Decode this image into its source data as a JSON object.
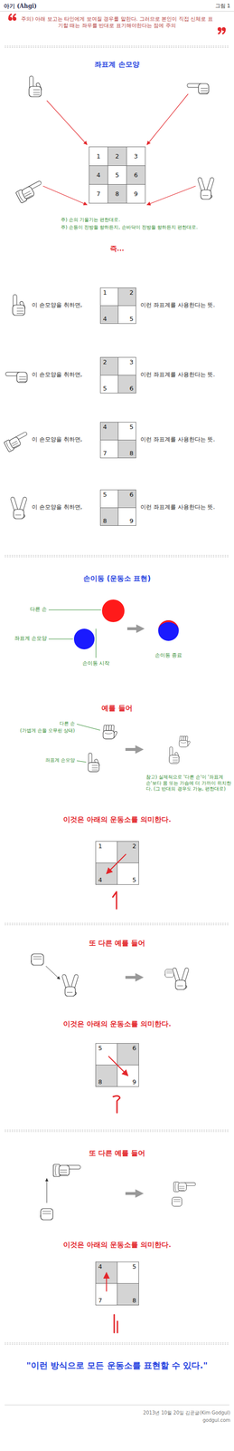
{
  "diagram": {
    "title": "아기 (Ahgi)",
    "nodes": [
      {
        "text": [
          "1"
        ]
      },
      {
        "text": [
          "2"
        ]
      },
      {
        "text": [
          "3"
        ]
      },
      {
        "text": [
          "4"
        ]
      },
      {
        "text": [
          "5"
        ]
      },
      {
        "text": [
          "6"
        ]
      },
      {
        "text": [
          "7"
        ]
      },
      {
        "text": [
          "8"
        ]
      },
      {
        "text": [
          "9"
        ]
      },
      {
        "text": [
          "1"
        ]
      },
      {
        "text": [
          "2"
        ]
      },
      {
        "text": [
          "4"
        ]
      },
      {
        "text": [
          "5"
        ]
      },
      {
        "text": [
          "2"
        ]
      },
      {
        "text": [
          "3"
        ]
      },
      {
        "text": [
          "5"
        ]
      },
      {
        "text": [
          "6"
        ]
      },
      {
        "text": [
          "4"
        ]
      },
      {
        "text": [
          "5"
        ]
      },
      {
        "text": [
          "7"
        ]
      },
      {
        "text": [
          "8"
        ]
      },
      {
        "text": [
          "5"
        ]
      },
      {
        "text": [
          "6"
        ]
      },
      {
        "text": [
          "8"
        ]
      },
      {
        "text": [
          "9"
        ]
      },
      {
        "text": [
          "1"
        ]
      },
      {
        "text": [
          "2"
        ]
      },
      {
        "text": [
          "4"
        ]
      },
      {
        "text": [
          "5"
        ]
      },
      {
        "text": [
          "5"
        ]
      },
      {
        "text": [
          "6"
        ]
      },
      {
        "text": [
          "8"
        ]
      },
      {
        "text": [
          "9"
        ]
      },
      {
        "text": [
          "4"
        ]
      },
      {
        "text": [
          "5"
        ]
      },
      {
        "text": [
          "7"
        ]
      },
      {
        "text": [
          "8"
        ]
      }
    ],
    "edges": [
      {
        "from": 26,
        "to": 27,
        "arrow": "to"
      },
      {
        "from": 29,
        "to": 32,
        "arrow": "to"
      },
      {
        "from": 35,
        "to": 33,
        "arrow": "to"
      }
    ],
    "labels": [
      "그림 1",
      "주의) 아래 보고는 타인에게 보여질 경우를 말한다. 그러므로 본인이 직접 신체로 표기할 때는 좌우를 반대로 표기해야한다는 점에 주의",
      "좌표계 손모양",
      "주) 손의 기울기는 편한대로.",
      "주) 손등이 전방을 향하든지, 손바닥이 전방을 향하든지 편한대로.",
      "즉...",
      "이 손모양을 취하면,",
      "이런 좌표계를 사용한다는 뜻.",
      "이 손모양을 취하면,",
      "이런 좌표계를 사용한다는 뜻.",
      "이 손모양을 취하면,",
      "이런 좌표계를 사용한다는 뜻.",
      "이 손모양을 취하면,",
      "이런 좌표계를 사용한다는 뜻.",
      "손이동 (운동소 표현)",
      "다른 손",
      "좌표계 손모양",
      "손이동 시작",
      "손이동 종료",
      "예를 들어",
      "다른 손",
      "(가볍게 손을 오무린 상태)",
      "좌표계 손모양",
      "참고) 실제적으로 '다른 손'이 '좌표계 손'보다 몸 또는 가슴에 더 가까이 위치한다. (그 반대의 경우도 가능, 편한대로)",
      "이것은 아래의 운동소를 의미한다.",
      "또 다른 예를 들어",
      "이것은 아래의 운동소를 의미한다.",
      "또 다른 예를 들어",
      "이것은 아래의 운동소를 의미한다.",
      "\"이런 방식으로 모든 운동소를 표현할 수 있다.\"",
      "2013년 10월 20일 김곧글(Kim Godgul)",
      "godgul.com"
    ]
  }
}
